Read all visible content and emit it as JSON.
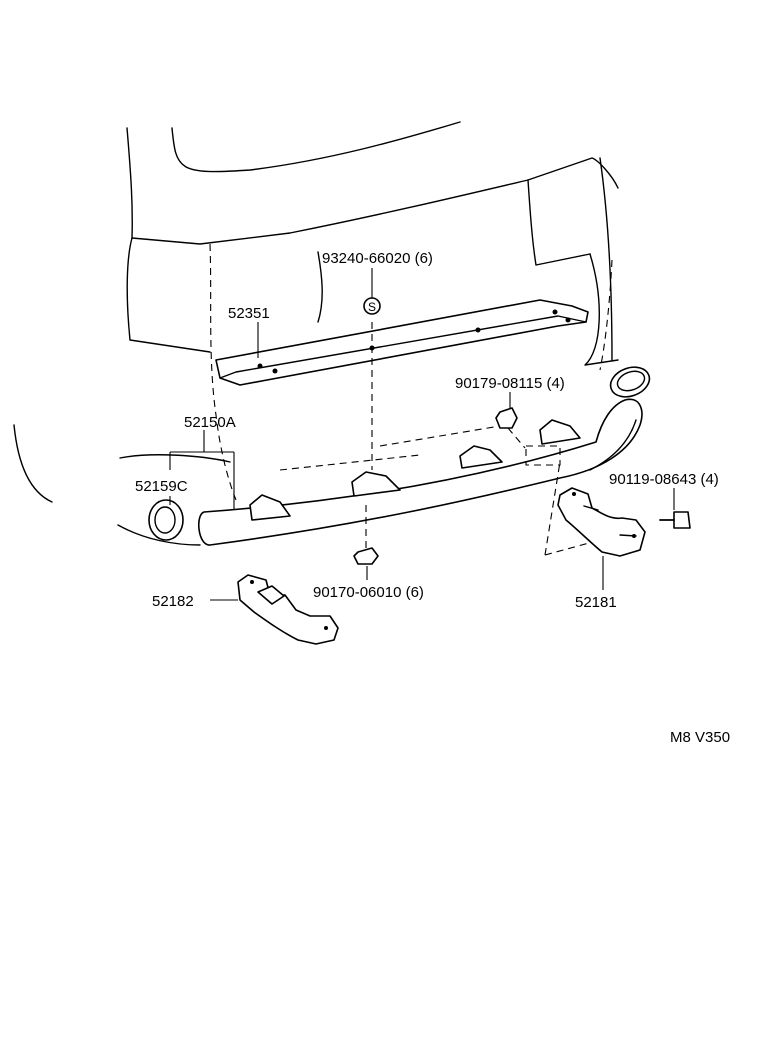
{
  "diagram": {
    "part_labels": {
      "p93240": "93240-66020 (6)",
      "p52351": "52351",
      "p90179": "90179-08115 (4)",
      "p52150A": "52150A",
      "p52159C": "52159C",
      "p90119": "90119-08643 (4)",
      "p90170": "90170-06010 (6)",
      "p52182": "52182",
      "p52181": "52181",
      "clip_mark": "S"
    },
    "reference_code": "M8 V350"
  }
}
